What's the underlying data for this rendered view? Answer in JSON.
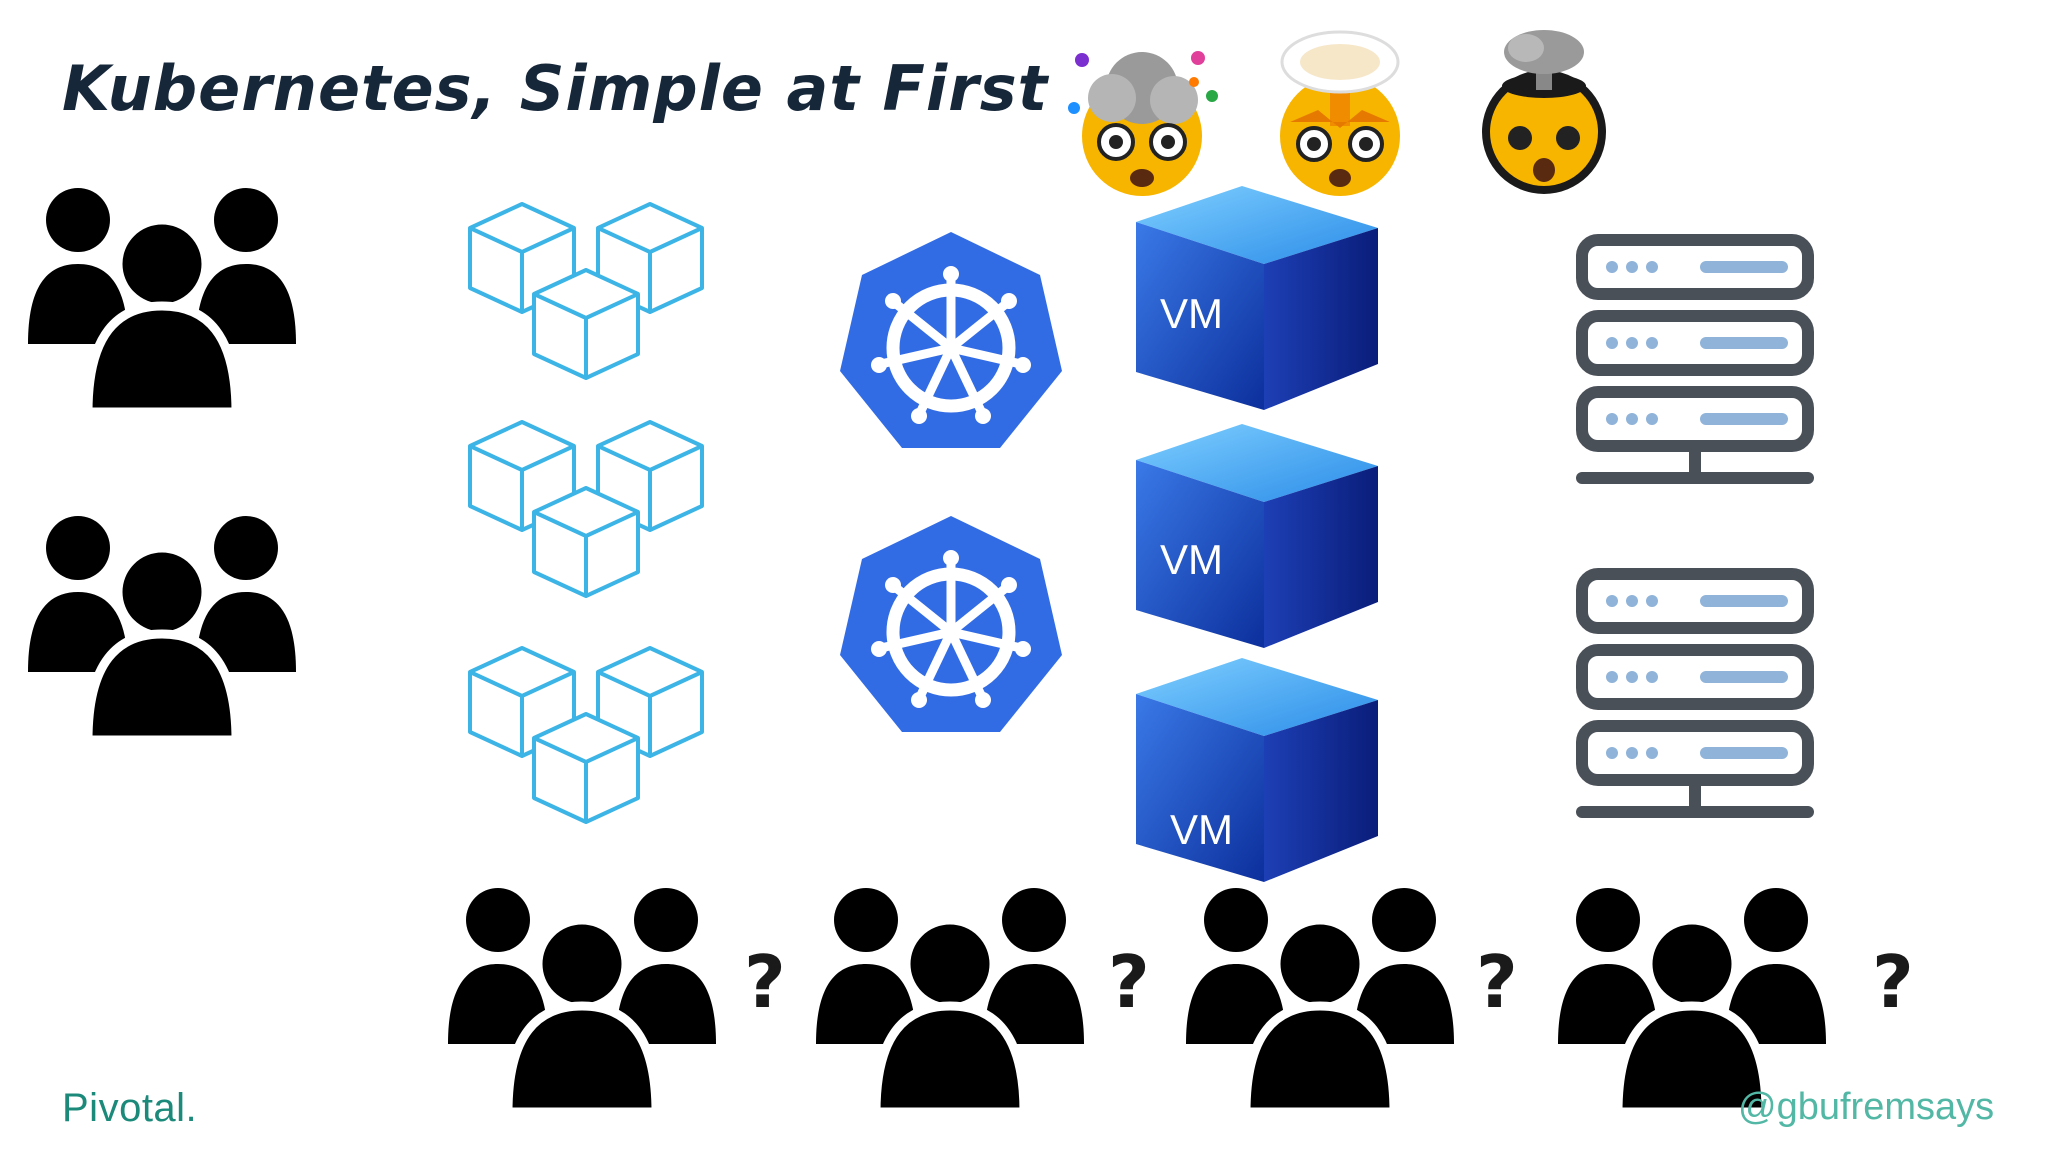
{
  "slide": {
    "title": "Kubernetes, Simple at First",
    "brand": "Pivotal.",
    "handle": "@gbufremsays"
  },
  "emoji": [
    {
      "icon": "exploding-head-confetti-emoji-icon"
    },
    {
      "icon": "exploding-head-mushroom-emoji-icon"
    },
    {
      "icon": "exploding-head-open-emoji-icon"
    }
  ],
  "vm": {
    "label": "VM"
  },
  "question_mark": "?",
  "colors": {
    "title": "#17273a",
    "cube_stroke": "#3cb4e6",
    "k8s_blue": "#326ce5",
    "vm_blue": "#1f4fc8",
    "server_gray": "#4a5058",
    "server_bar": "#8fb3d9",
    "brand": "#1c8a7a",
    "handle": "#52b7a4"
  }
}
